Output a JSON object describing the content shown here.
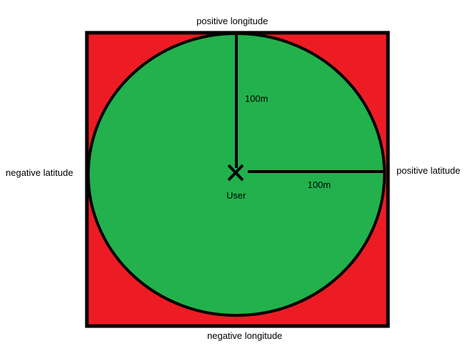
{
  "labels": {
    "top": "positive longitude",
    "bottom": "negative longitude",
    "left": "negative latitude",
    "right": "positive latitude",
    "vertical_radius": "100m",
    "horizontal_radius": "100m",
    "center": "User"
  },
  "colors": {
    "square_fill": "#ED1C24",
    "circle_fill": "#22B14C",
    "stroke": "#000000"
  },
  "icons": {
    "center_marker": "x-marker-icon"
  }
}
